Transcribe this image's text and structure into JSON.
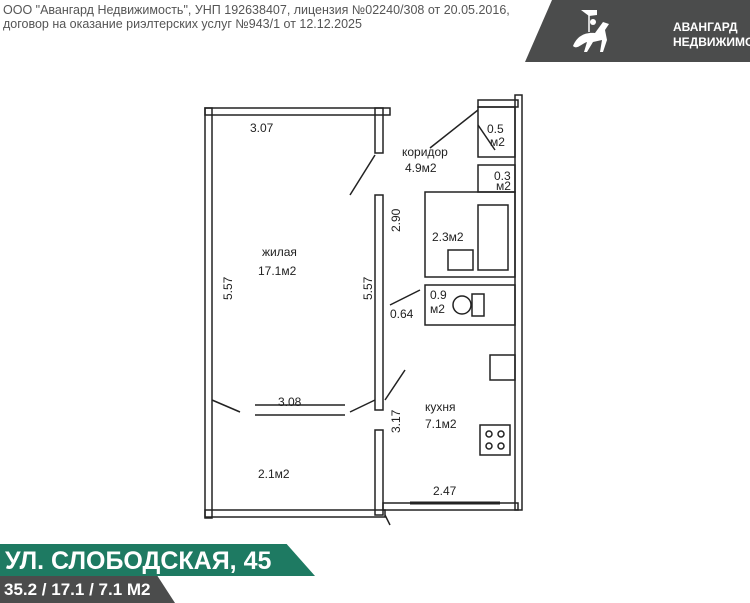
{
  "header": {
    "line1": "ООО \"Авангард Недвижимость\", УНП 192638407, лицензия №02240/308 от 20.05.2016,",
    "line2": "договор на оказание риэлтерских услуг №943/1 от 12.12.2025"
  },
  "logo": {
    "line1": "АВАНГАРД",
    "line2": "НЕДВИЖИМОСТЬ"
  },
  "plan": {
    "living_width": "3.07",
    "living_name": "жилая",
    "living_area": "17.1м2",
    "living_left": "5.57",
    "living_right": "5.57",
    "corridor_name": "коридор",
    "corridor_area": "4.9м2",
    "closet1_a": "0.5",
    "closet1_b": "м2",
    "closet2_a": "0.3",
    "closet2_b": "м2",
    "bath_dim": "2.90",
    "bath_area": "2.3м2",
    "wc_a": "0.9",
    "wc_b": "м2",
    "wc_dim": "0.64",
    "balcony_width": "3.08",
    "balcony_area": "2.1м2",
    "kitchen_name": "кухня",
    "kitchen_area": "7.1м2",
    "kitchen_dim": "3.17",
    "kitchen_width": "2.47"
  },
  "footer": {
    "address": "УЛ. СЛОБОДСКАЯ, 45",
    "areas": "35.2 / 17.1 / 7.1 М2"
  },
  "colors": {
    "green": "#1e7a62",
    "dark": "#4b4c4c"
  }
}
